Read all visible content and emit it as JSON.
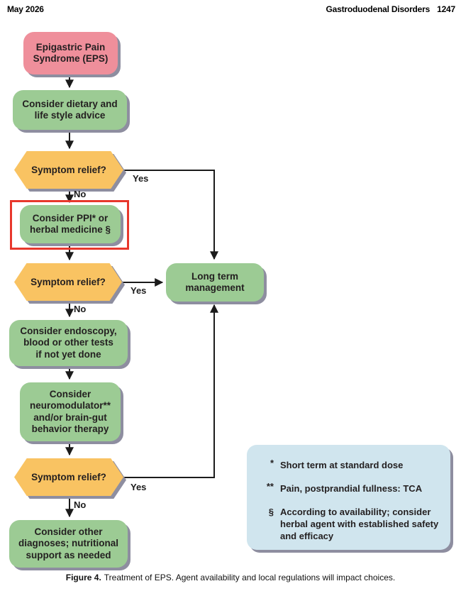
{
  "header": {
    "date": "May 2026",
    "journal": "Gastroduodenal Disorders",
    "page": "1247"
  },
  "flow": {
    "nodes": {
      "eps": {
        "label": "Epigastric Pain\nSyndrome (EPS)"
      },
      "dietary": {
        "label": "Consider dietary and\nlife style advice"
      },
      "relief1": {
        "label": "Symptom relief?"
      },
      "ppi": {
        "label": "Consider PPI* or\nherbal medicine §"
      },
      "relief2": {
        "label": "Symptom relief?"
      },
      "ltm": {
        "label": "Long term\nmanagement"
      },
      "endoscopy": {
        "label": "Consider endoscopy,\nblood or other tests\nif not yet done"
      },
      "neuro": {
        "label": "Consider\nneuromodulator**\nand/or brain-gut\nbehavior therapy"
      },
      "relief3": {
        "label": "Symptom relief?"
      },
      "other": {
        "label": "Consider other\ndiagnoses; nutritional\nsupport as needed"
      }
    },
    "edge_labels": {
      "yes": "Yes",
      "no": "No"
    }
  },
  "footnotes": [
    {
      "marker": "*",
      "text": "Short term at standard dose"
    },
    {
      "marker": "**",
      "text": "Pain, postprandial fullness: TCA"
    },
    {
      "marker": "§",
      "text": "According to availability; consider herbal agent with established safety and efficacy"
    }
  ],
  "caption": {
    "label": "Figure 4.",
    "text": "Treatment of EPS. Agent availability and local regulations will impact choices."
  },
  "colors": {
    "node_pink": "#ef8f9b",
    "node_green": "#9ccb94",
    "decision_yellow": "#f9c362",
    "note_blue": "#d0e5ee",
    "shadow_gray": "#8e8ea0",
    "highlight_red": "#e8372c",
    "line_black": "#1b1b1b"
  }
}
